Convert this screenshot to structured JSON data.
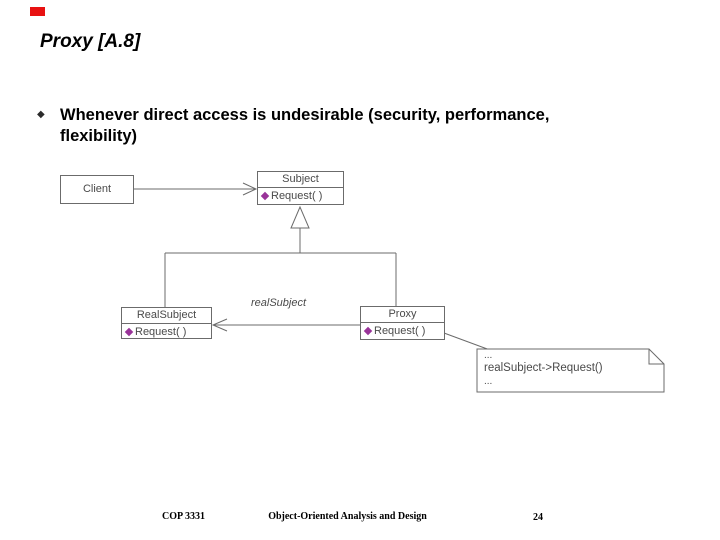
{
  "slide": {
    "title": "Proxy [A.8]",
    "marker_color": "#e81111",
    "bullet": {
      "glyph": "◆",
      "lines": [
        "Whenever direct access is undesirable (security, performance,",
        "flexibility)"
      ]
    },
    "footer": {
      "course": "COP 3331",
      "center": "Object-Oriented Analysis and Design",
      "page": "24"
    }
  },
  "diagram": {
    "kind": "uml-class-diagram",
    "colors": {
      "stroke": "#6b6b6b",
      "text": "#4a4a4a",
      "method_icon": "#993399"
    },
    "classes": [
      {
        "name": "Client",
        "methods": []
      },
      {
        "name": "Subject",
        "methods": [
          "Request( )"
        ]
      },
      {
        "name": "RealSubject",
        "methods": [
          "Request( )"
        ]
      },
      {
        "name": "Proxy",
        "methods": [
          "Request( )"
        ]
      }
    ],
    "association_label": "realSubject",
    "relationships": [
      {
        "from": "Client",
        "to": "Subject",
        "type": "association-arrow"
      },
      {
        "from": "RealSubject",
        "to": "Subject",
        "type": "generalization"
      },
      {
        "from": "Proxy",
        "to": "Subject",
        "type": "generalization"
      },
      {
        "from": "Proxy",
        "to": "RealSubject",
        "type": "association-arrow",
        "label": "realSubject"
      },
      {
        "from": "Proxy",
        "to": "note",
        "type": "anchor"
      }
    ],
    "note_lines": [
      "...",
      "realSubject->Request()",
      "..."
    ]
  }
}
